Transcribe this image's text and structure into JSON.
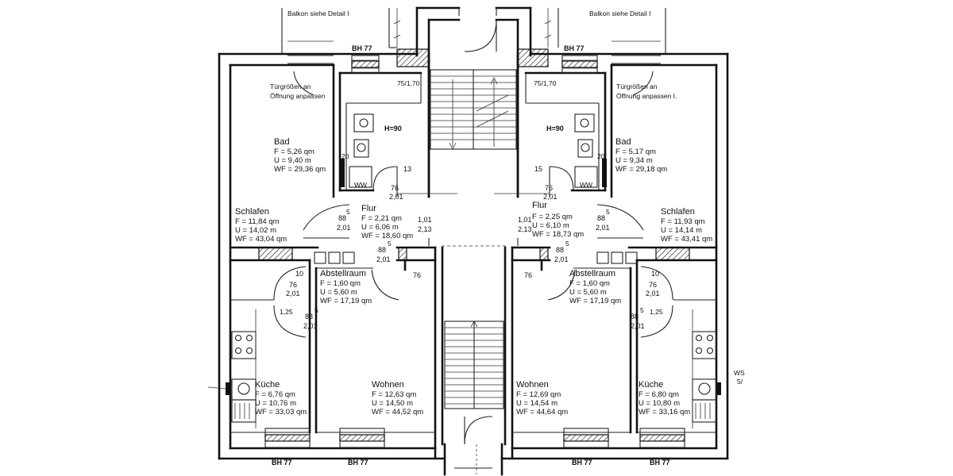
{
  "annotations": {
    "balcony_left": "Balkon siehe Detail I",
    "balcony_right": "Balkon siehe Detail I",
    "door_note_left_1": "Türgrößen an",
    "door_note_left_2": "Öffnung anpassen",
    "door_note_right_1": "Türgrößen an",
    "door_note_right_2": "Öffnung anpassen I.",
    "ws_1": "WS",
    "ws_2": "5/"
  },
  "window_labels": {
    "top_left": "BH 77",
    "top_right": "BH 77",
    "bottom_1": "BH 77",
    "bottom_2": "BH 77",
    "bottom_3": "BH 77",
    "bottom_4": "BH 77"
  },
  "rooms_left": {
    "bad": {
      "name": "Bad",
      "f": "F  =  5,26 qm",
      "u": "U  =  9,40  m",
      "wf": "WF = 29,36 qm"
    },
    "schlafen": {
      "name": "Schlafen",
      "f": "F  =  11,84 qm",
      "u": "U  =  14,02  m",
      "wf": "WF = 43,04 qm"
    },
    "flur": {
      "name": "Flur",
      "f": "F  =  2,21 qm",
      "u": "U  =  6,06  m",
      "wf": "WF = 18,60 qm"
    },
    "abstellraum": {
      "name": "Abstellraum",
      "f": "F  =  1,60 qm",
      "u": "U  =  5,60  m",
      "wf": "WF = 17,19 qm"
    },
    "kueche": {
      "name": "Küche",
      "f": "F  =  6,76 qm",
      "u": "U  =  10,76  m",
      "wf": "WF = 33,03 qm"
    },
    "wohnen": {
      "name": "Wohnen",
      "f": "F  =  12,63 qm",
      "u": "U  =  14,50  m",
      "wf": "WF = 44,52 qm"
    }
  },
  "rooms_right": {
    "bad": {
      "name": "Bad",
      "f": "F  =  5,17 qm",
      "u": "U  =  9,34  m",
      "wf": "WF = 29,18 qm"
    },
    "schlafen": {
      "name": "Schlafen",
      "f": "F  =  11,93 qm",
      "u": "U  =  14,14  m",
      "wf": "WF = 43,41 qm"
    },
    "flur": {
      "name": "Flur",
      "f": "F  =  2,25 qm",
      "u": "U  =  6,10  m",
      "wf": "WF = 18,73 qm"
    },
    "abstellraum": {
      "name": "Abstellraum",
      "f": "F  =  1,60 qm",
      "u": "U  =  5,60  m",
      "wf": "WF = 17,19 qm"
    },
    "kueche": {
      "name": "Küche",
      "f": "F  =  6,80 qm",
      "u": "U  =  10,80  m",
      "wf": "WF = 33,16 qm"
    },
    "wohnen": {
      "name": "Wohnen",
      "f": "F  =  12,69 qm",
      "u": "U  =  14,54  m",
      "wf": "WF = 44,64 qm"
    }
  },
  "dims": {
    "bath_tag": "75/1,70",
    "bath_tag_r": "75/1,70",
    "h90_l": "H=90",
    "h90_r": "H=90",
    "d13": "13",
    "d15": "15",
    "d20_l": "20",
    "d20_r": "20",
    "ww_l": "WW",
    "ww_r": "WW",
    "d76_201_a_top": "76",
    "d76_201_a_bot": "2,01",
    "d76_201_b_top": "76",
    "d76_201_b_bot": "2,01",
    "d88_201_a_top": "88",
    "d88_201_a_bot": "2,01",
    "d88_201_b_top": "88",
    "d88_201_b_bot": "2,01",
    "d88_201_c_top": "88",
    "d88_201_c_bot": "2,01",
    "d88_201_d_top": "88",
    "d88_201_d_bot": "2,01",
    "d101_213_l_top": "1,01",
    "d101_213_l_bot": "2,13",
    "d101_213_r_top": "1,01",
    "d101_213_r_bot": "2,13",
    "sup5_1": "5",
    "sup5_2": "5",
    "sup5_3": "5",
    "sup5_4": "5",
    "sup5_5": "5",
    "sup5_6": "5",
    "d10_l": "10",
    "d10_r": "10",
    "d76_ab_l_top": "76",
    "d76_ab_l_bot": "2,01",
    "d76_ab_r_top": "76",
    "d76_ab_r_bot": "2,01",
    "d125_l": "1,25",
    "d125_r": "1,25",
    "d88_k_l_top": "88",
    "d88_k_l_bot": "2,01",
    "d88_k_r_top": "88",
    "d88_k_r_bot": "2,01",
    "d76_w_l": "76",
    "d76_w_r": "76"
  }
}
